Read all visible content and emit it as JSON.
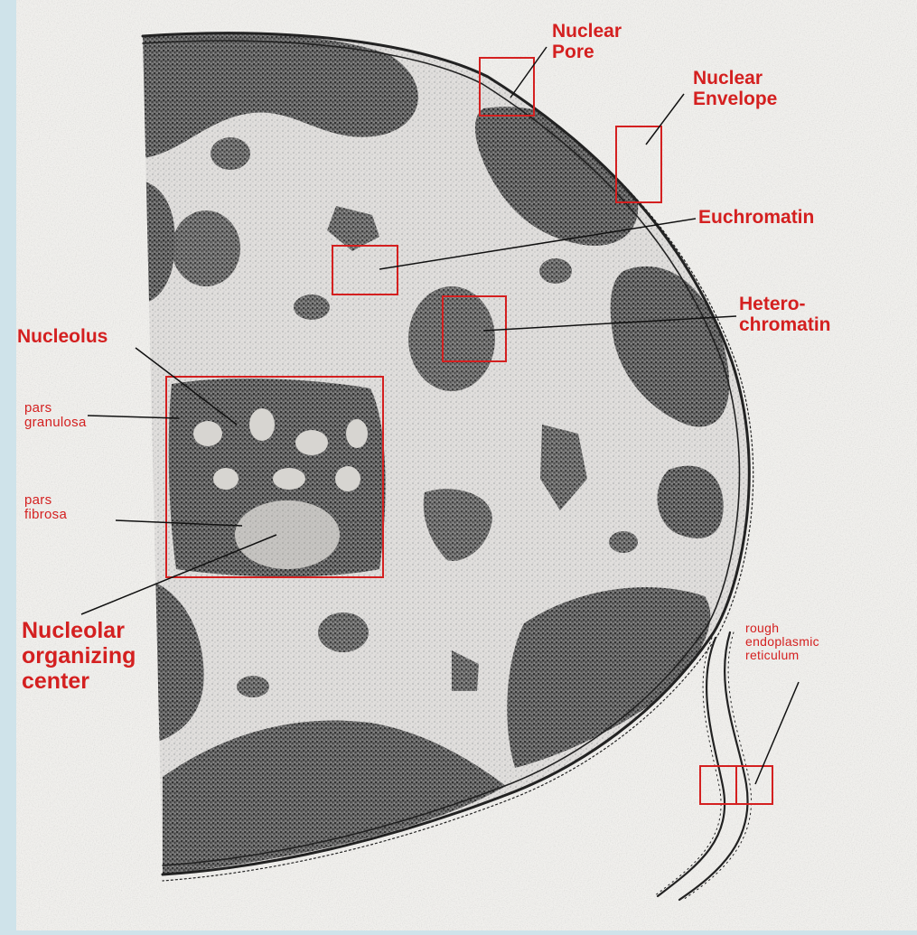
{
  "labels": {
    "nuclear_pore": "Nuclear\nPore",
    "nuclear_envelope": "Nuclear\nEnvelope",
    "euchromatin": "Euchromatin",
    "heterochromatin": "Hetero-\nchromatin",
    "nucleolus": "Nucleolus",
    "pars_granulosa": "pars\ngranulosa",
    "pars_fibrosa": "pars\nfibrosa",
    "nucleolar_organizing_center": "Nucleolar\norganizing\ncenter",
    "rough_er": "rough\nendoplasmic\nreticulum"
  },
  "colors": {
    "background_frame": "#cfe3ea",
    "paper": "#f2f1ee",
    "annotation_red": "#d42020",
    "nucleoplasm": "#e6e4e0",
    "chromatin_dark": "#5c5c5c",
    "membrane": "#222222"
  }
}
